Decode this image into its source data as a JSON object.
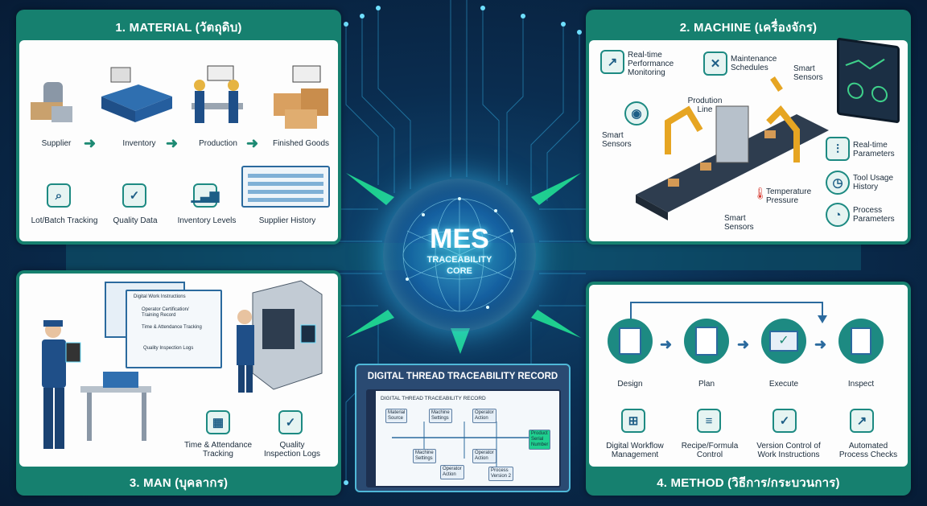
{
  "core": {
    "title": "MES",
    "line1": "TRACEABILITY",
    "line2": "CORE"
  },
  "material": {
    "title": "1. MATERIAL (วัตถุดิบ)",
    "flow": [
      "Supplier",
      "Inventory",
      "Production",
      "Finished Goods"
    ],
    "features": [
      "Lot/Batch Tracking",
      "Quality Data",
      "Inventory Levels",
      "Supplier History"
    ]
  },
  "machine": {
    "title": "2. MACHINE (เครื่องจักร)",
    "labels": {
      "perf": "Real-time\nPerformance\nMonitoring",
      "maint": "Maintenance\nSchedules",
      "smart_top": "Smart\nSensors",
      "line": "Prodution\nLine",
      "smart_left": "Smart\nSensors",
      "temp": "Temperature\nPressure",
      "smart_bottom": "Smart\nSensors",
      "params": "Real-time\nParameters",
      "tool": "Tool Usage\nHistory",
      "process": "Process\nParameters"
    }
  },
  "man": {
    "title": "3. MAN (บุคลากร)",
    "screens": [
      "Digital Work Instructions",
      "Operator Certification/\nTraining Record",
      "Time & Attendance Tracking",
      "Quality Inspection Logs"
    ],
    "features": [
      "Time & Attendance\nTracking",
      "Quality\nInspection Logs"
    ]
  },
  "method": {
    "title": "4. METHOD (วิธีการ/กระบวนการ)",
    "flow": [
      "Design",
      "Plan",
      "Execute",
      "Inspect"
    ],
    "features": [
      "Digital Workflow\nManagement",
      "Recipe/Formula\nControl",
      "Version Control of\nWork Instructions",
      "Automated\nProcess Checks"
    ]
  },
  "record": {
    "title": "DIGITAL THREAD TRACEABILITY RECORD",
    "screen_title": "DIGITAL THREAD TRACEABILITY RECORD",
    "nodes": [
      "Material\nSource",
      "Machine\nSettings",
      "Operator\nAction",
      "Machine\nSettings",
      "Operator\nAction",
      "Operator\nAction",
      "Process\nVersion 2",
      "Product\nSerial\nNumber"
    ]
  },
  "colors": {
    "panel": "#16806f",
    "background": "#0a2d50",
    "accent": "#5fe3ff"
  }
}
